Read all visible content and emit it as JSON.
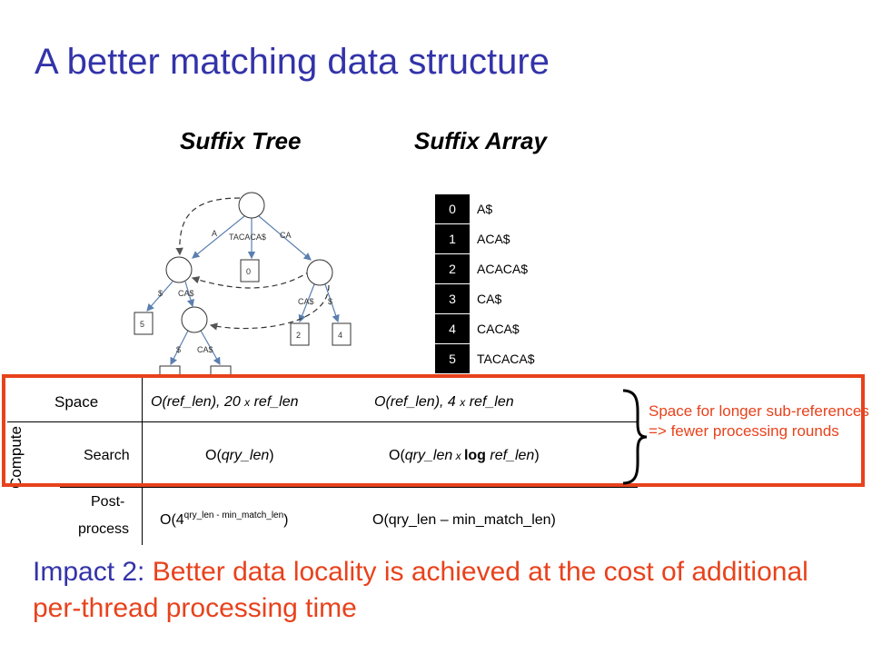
{
  "title": "A better matching data structure",
  "columns": {
    "tree": "Suffix Tree",
    "array": "Suffix Array"
  },
  "suffix_tree": {
    "edges": {
      "root_a": "A",
      "root_tacaca": "TACACA$",
      "root_ca": "CA",
      "a_dollar": "$",
      "a_ca": "CA$",
      "ca_ca": "CA$",
      "ca_dollar": "$",
      "aca_dollar": "$",
      "aca_ca": "CA$"
    },
    "leaves": {
      "l0": "0",
      "l5": "5",
      "l2": "2",
      "l4": "4"
    }
  },
  "suffix_array": [
    {
      "index": "0",
      "suffix": "A$"
    },
    {
      "index": "1",
      "suffix": "ACA$"
    },
    {
      "index": "2",
      "suffix": "ACACA$"
    },
    {
      "index": "3",
      "suffix": "CA$"
    },
    {
      "index": "4",
      "suffix": "CACA$"
    },
    {
      "index": "5",
      "suffix": "TACACA$"
    }
  ],
  "table": {
    "space_label": "Space",
    "compute_label": "Compute",
    "search_label": "Search",
    "post_label_1": "Post-",
    "post_label_2": "process",
    "space_tree": {
      "a": "O(ref_len), 20 ",
      "x": "x",
      "b": " ref_len"
    },
    "space_array": {
      "a": "O(ref_len), 4 ",
      "x": "x",
      "b": " ref_len"
    },
    "search_tree": {
      "a": "O(",
      "b": "qry_len",
      "c": ")"
    },
    "search_array": {
      "a": "O(",
      "b": "qry_len",
      "x": " x ",
      "log": "log",
      "c": " ref_len",
      "d": ")"
    },
    "post_tree": {
      "base": "O(4",
      "exp": "qry_len - min_match_len",
      "close": ")"
    },
    "post_array": "O(qry_len – min_match_len)"
  },
  "note": "Space for longer sub-references => fewer processing rounds",
  "impact": {
    "prefix": "Impact 2:  ",
    "highlight": "Better data locality is achieved at the cost of additional per-thread processing time"
  },
  "colors": {
    "title": "#3333aa",
    "accent": "#e8421c"
  }
}
